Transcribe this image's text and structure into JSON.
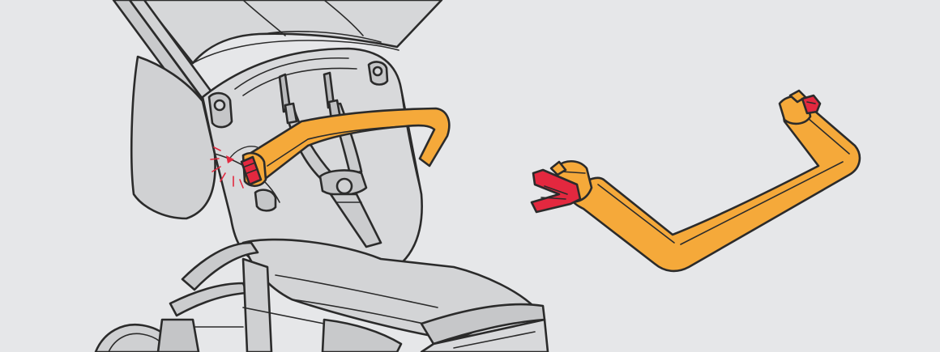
{
  "colors": {
    "background": "#e6e7e9",
    "stroller_fill": "#d4d5d7",
    "stroller_fill_dark": "#c4c6c8",
    "outline": "#2b2b2b",
    "bumper_bar": "#f5a93a",
    "bumper_bar_shade": "#e59a2c",
    "release_button": "#e3283f",
    "release_button_dark": "#b81d30",
    "press_indicator": "#e3283f"
  },
  "icons": {
    "stroller": "stroller-illustration",
    "bumper_bar": "bumper-bar",
    "release_button": "release-button",
    "press_arrow": "curved-arrow-icon",
    "press_burst": "click-burst-icon"
  }
}
